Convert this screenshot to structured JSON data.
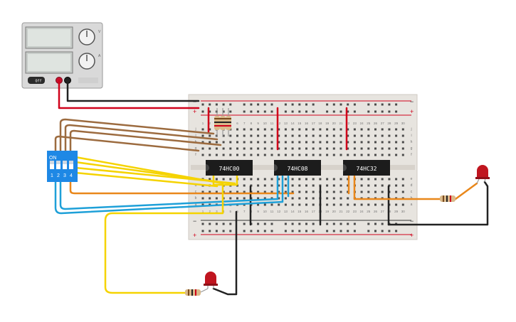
{
  "power_supply": {
    "on_button_label": "Off",
    "knob_marks": [
      "V",
      "A"
    ]
  },
  "breadboard": {
    "rail_plus": "+",
    "rail_minus": "−",
    "column_numbers": [
      "1",
      "2",
      "3",
      "4",
      "5",
      "6",
      "7",
      "8",
      "9",
      "10",
      "11",
      "12",
      "13",
      "14",
      "15",
      "16",
      "17",
      "18",
      "19",
      "20",
      "21",
      "22",
      "23",
      "24",
      "25",
      "26",
      "27",
      "28",
      "29",
      "30"
    ],
    "row_letters_top": [
      "j",
      "i",
      "h",
      "g",
      "f"
    ],
    "row_letters_bottom": [
      "e",
      "d",
      "c",
      "b",
      "a"
    ]
  },
  "chips": [
    {
      "label": "74HC00"
    },
    {
      "label": "74HC08"
    },
    {
      "label": "74HC32"
    }
  ],
  "dip_switch": {
    "on_label": "ON",
    "switch_numbers": [
      "1",
      "2",
      "3",
      "4"
    ]
  },
  "colors": {
    "breadboard": "#e7e4df",
    "rail_red": "#d0021b",
    "wire_black": "#222222",
    "wire_brown": "#9c6b3f",
    "wire_yellow": "#f5d300",
    "wire_blue": "#1ea0d8",
    "wire_orange": "#e9871a",
    "dip_blue": "#1e88e5",
    "chip_black": "#1c1c1c",
    "led_red": "#c0151f"
  }
}
